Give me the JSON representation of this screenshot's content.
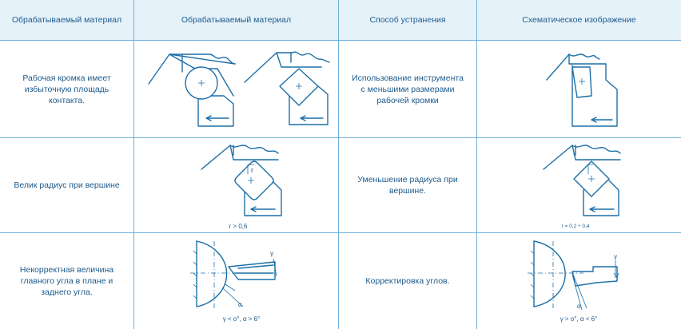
{
  "header": {
    "col1": "Обрабатываемый материал",
    "col2": "Обрабатываемый материал",
    "col3": "Способ устранения",
    "col4": "Схематическое изображение"
  },
  "rows": [
    {
      "problem": "Рабочая кромка имеет избыточную площадь контакта.",
      "solution": "Использование инструмента с меньшими размерами рабочей кромки",
      "caption_before": "",
      "caption_after": ""
    },
    {
      "problem": "Велик радиус при вершине",
      "solution": "Уменьшение радиуса при вершине.",
      "caption_before": "r > 0,6",
      "caption_after": "r = 0,2 ÷ 0,4",
      "radius_symbol": "r"
    },
    {
      "problem": "Некорректная величина главного угла в плане и заднего угла.",
      "solution": "Корректировка углов.",
      "caption_before": "γ < о°, α > 6°",
      "caption_after": "γ > о°, α < 6°",
      "gamma_symbol": "γ",
      "alpha_symbol": "α"
    }
  ],
  "colors": {
    "header_bg": "#e6f2fa",
    "border": "#6fb0dd",
    "text": "#1c5a8c",
    "line": "#1c6fa8"
  },
  "icons": [
    "plus-marker",
    "feed-arrow-left",
    "hatched-workpiece"
  ]
}
